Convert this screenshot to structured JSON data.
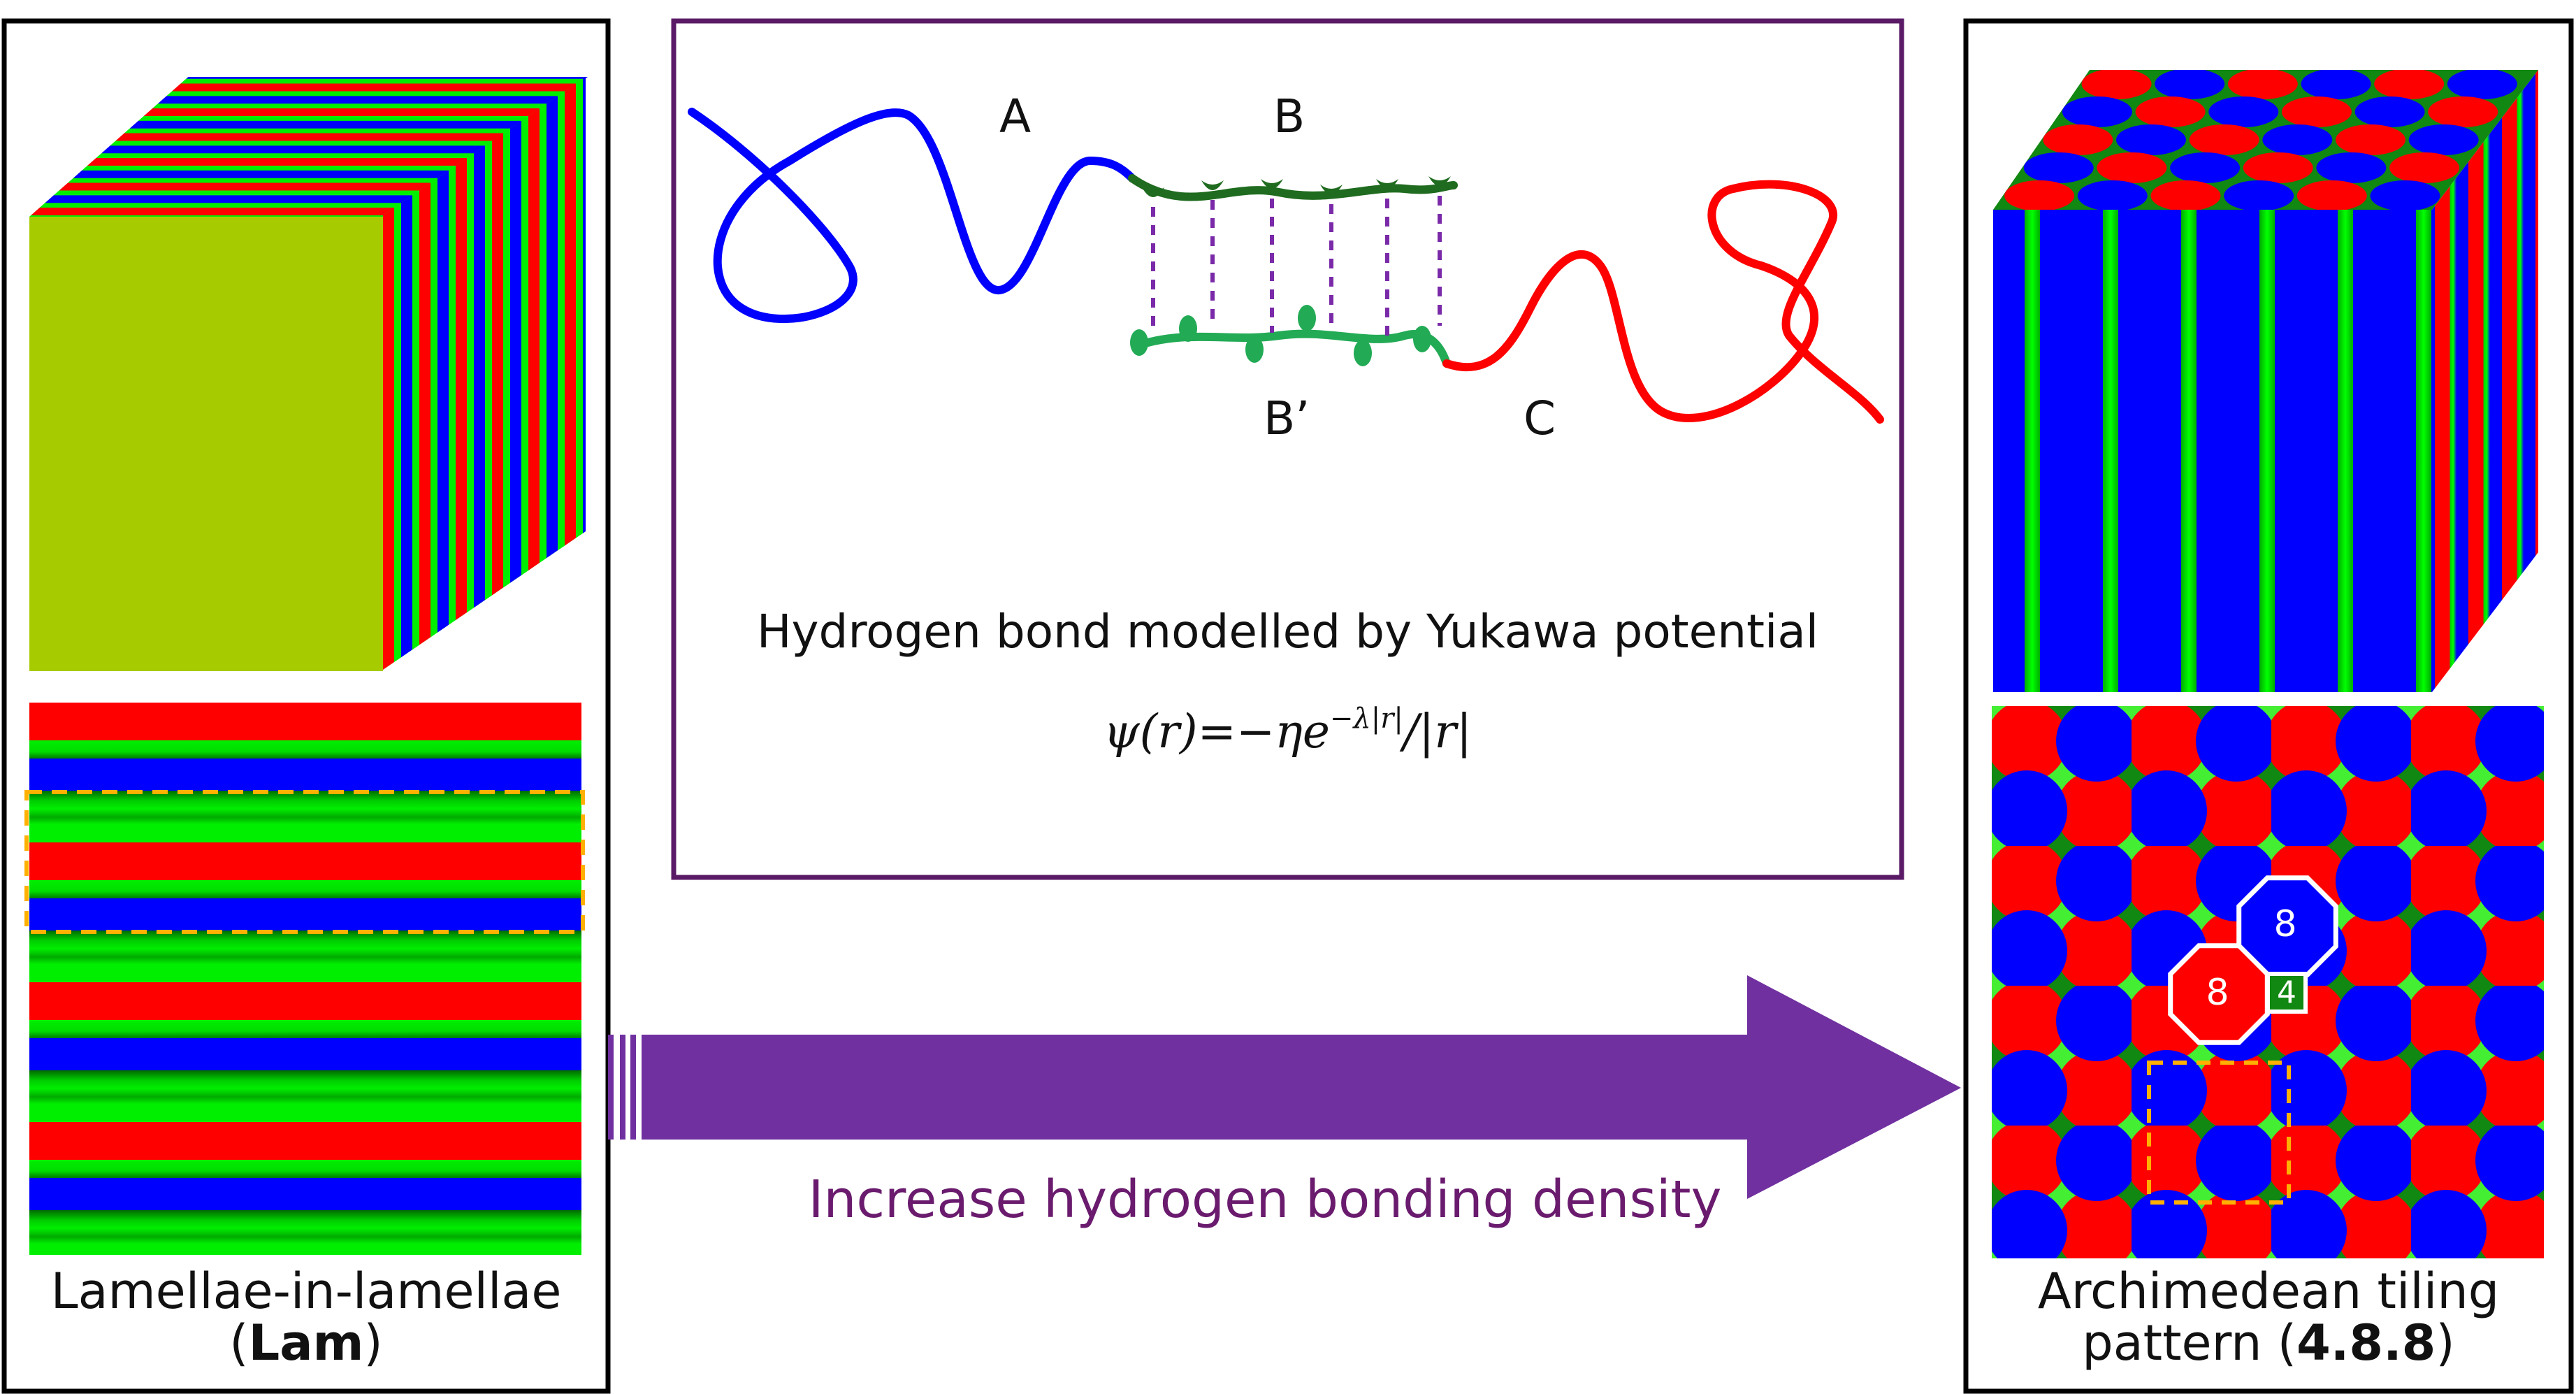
{
  "left_panel": {
    "label_line1": "Lamellae-in-lamellae",
    "label_line2_prefix": "(",
    "label_line2_bold": "Lam",
    "label_line2_suffix": ")"
  },
  "center_panel": {
    "block_A": "A",
    "block_B": "B",
    "block_Bprime": "B’",
    "block_C": "C",
    "caption": "Hydrogen bond modelled by Yukawa potential",
    "formula_main": "ψ(r)=−ηe",
    "formula_exp": "−λ|r|",
    "formula_tail": "/|r|"
  },
  "arrow": {
    "label": "Increase hydrogen bonding density"
  },
  "right_panel": {
    "label_line1": "Archimedean tiling",
    "label_line2_prefix": "pattern (",
    "label_line2_bold": "4.8.8",
    "label_line2_suffix": ")",
    "octagon_blue_label": "8",
    "octagon_red_label": "8",
    "square_label": "4"
  },
  "colors": {
    "red": "#ff0000",
    "blue": "#0000ff",
    "green": "#00ee00",
    "dark_green": "#008800",
    "olive": "#a6cc00",
    "purple_frame": "#5a1a66",
    "arrow_purple": "#7030a0",
    "dashed_yellow": "#ffb000",
    "dashed_purple": "#7a2aa8",
    "chain_dark_green": "#1f6b1f",
    "chain_light_green": "#22aa55"
  }
}
